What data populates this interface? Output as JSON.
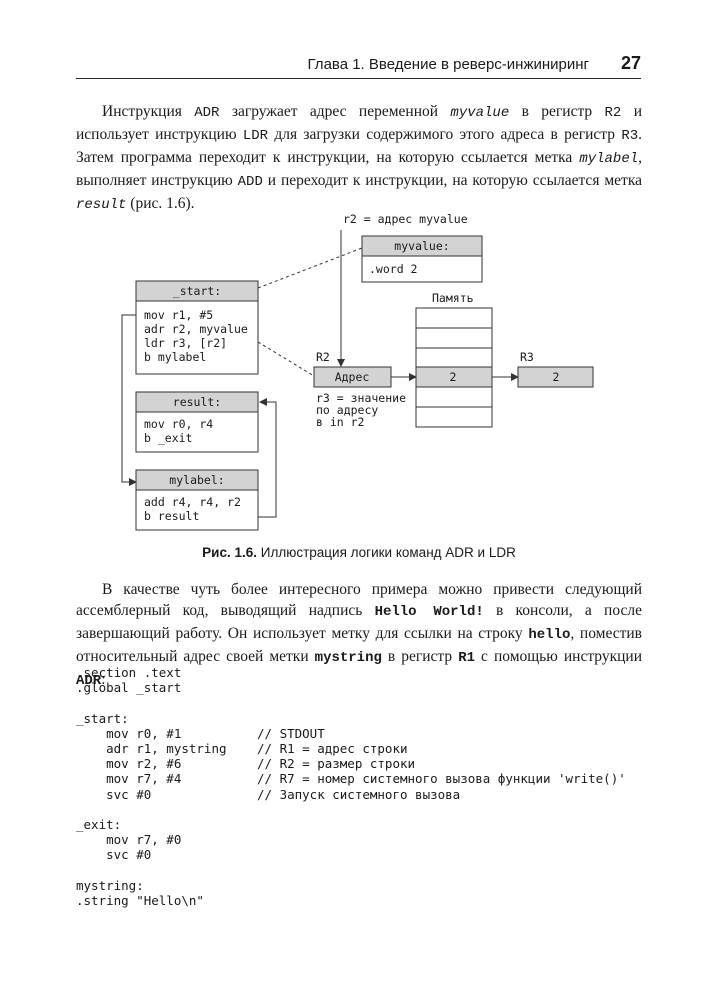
{
  "header": {
    "running_title": "Глава 1. Введение в реверс-инжиниринг",
    "page_number": "27"
  },
  "para1": {
    "s1": "Инструкция ",
    "c1": "ADR",
    "s2": " загружает адрес переменной ",
    "c2": "myvalue",
    "s3": " в регистр ",
    "c3": "R2",
    "s4": " и использует инструкцию ",
    "c4": "LDR",
    "s5": " для загрузки содержимого этого адреса в регистр ",
    "c5": "R3",
    "s6": ". Затем программа переходит к инструкции, на которую ссылается метка ",
    "c6": "mylabel",
    "s7": ", выполняет инструкцию ",
    "c7": "ADD",
    "s8": " и переходит к инструкции, на которую ссылается метка ",
    "c8": "result",
    "s9": " (рис. 1.6)."
  },
  "diagram": {
    "top_note": "r2 = адрес myvalue",
    "myvalue_header": "myvalue:",
    "myvalue_body": ".word 2",
    "start_header": "_start:",
    "start_lines": [
      "mov r1, #5",
      "adr r2, myvalue",
      "ldr r3, [r2]",
      "b mylabel"
    ],
    "result_header": "result:",
    "result_lines": [
      "mov r0, r4",
      "b _exit"
    ],
    "mylabel_header": "mylabel:",
    "mylabel_lines": [
      "add r4, r4, r2",
      "b result"
    ],
    "memory_label": "Память",
    "r2_label": "R2",
    "r3_label": "R3",
    "address_box": "Адрес",
    "memory_value": "2",
    "r3_value": "2",
    "r3_note": [
      "r3 = значение",
      "по адресу",
      "в in r2"
    ]
  },
  "caption": {
    "label": "Рис. 1.6.",
    "text": " Иллюстрация логики команд ADR и LDR"
  },
  "para2": {
    "s1": "В качестве чуть более интересного примера можно привести следующий ассемблерный код, выводящий надпись ",
    "c1": "Hello World!",
    "s2": " в консоли, а после завершающий работу. Он использует метку для ссылки на строку ",
    "c2": "hello",
    "s3": ", поместив относительный адрес своей метки ",
    "c3": "mystring",
    "s4": " в регистр ",
    "c4": "R1",
    "s5": " с помощью инструкции ",
    "c5": "ADR",
    "s6": ":"
  },
  "code_lines": [
    {
      "code": ".section .text",
      "comment": ""
    },
    {
      "code": ".global _start",
      "comment": ""
    },
    {
      "code": "",
      "comment": ""
    },
    {
      "code": "_start:",
      "comment": ""
    },
    {
      "code": "    mov r0, #1",
      "comment": "// STDOUT"
    },
    {
      "code": "    adr r1, mystring",
      "comment": "// R1 = адрес строки"
    },
    {
      "code": "    mov r2, #6",
      "comment": "// R2 = размер строки"
    },
    {
      "code": "    mov r7, #4",
      "comment": "// R7 = номер системного вызова функции 'write()'"
    },
    {
      "code": "    svc #0",
      "comment": "// Запуск системного вызова"
    },
    {
      "code": "",
      "comment": ""
    },
    {
      "code": "_exit:",
      "comment": ""
    },
    {
      "code": "    mov r7, #0",
      "comment": ""
    },
    {
      "code": "    svc #0",
      "comment": ""
    },
    {
      "code": "",
      "comment": ""
    },
    {
      "code": "mystring:",
      "comment": ""
    },
    {
      "code": ".string \"Hello\\n\"",
      "comment": ""
    }
  ]
}
